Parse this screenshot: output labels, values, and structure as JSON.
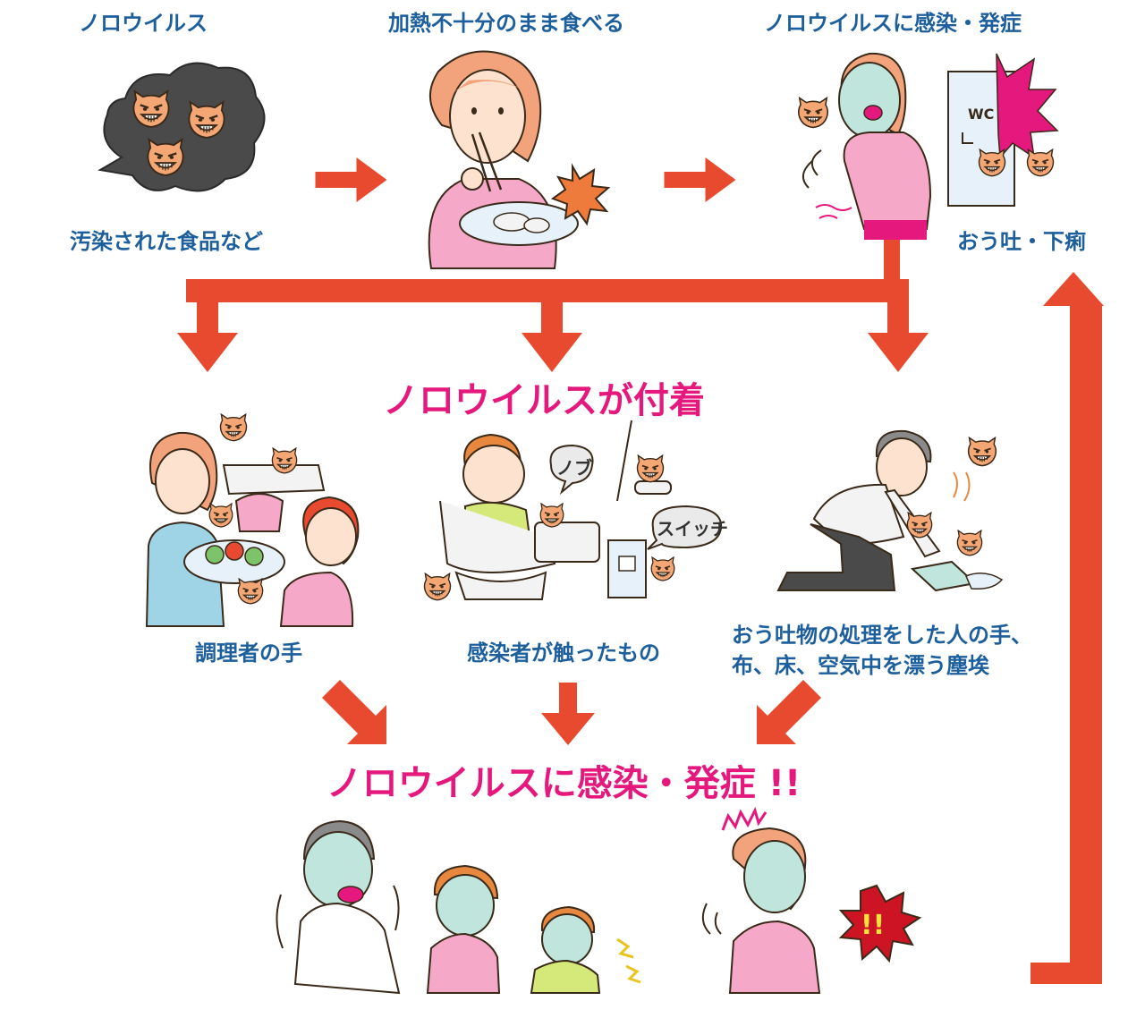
{
  "colors": {
    "arrow": "#e84a2f",
    "label_blue": "#1c5f9c",
    "headline_pink": "#e4187d",
    "virus_orange": "#f4a774",
    "skin": "#fde3cf",
    "hair": "#f2a37b",
    "pink_shirt": "#f5a8c8",
    "cloud_dark": "#4a4a4a"
  },
  "top_row": {
    "step1_title": "ノロウイルス",
    "step1_caption": "汚染された食品など",
    "step2_title": "加熱不十分のまま食べる",
    "step3_title": "ノロウイルスに感染・発症",
    "step3_caption": "おう吐・下痢",
    "wc_sign": "WC"
  },
  "middle": {
    "headline": "ノロウイルスが付着",
    "col1_caption": "調理者の手",
    "col2_caption": "感染者が触ったもの",
    "col3_caption_lines": [
      "おう吐物の処理をした人の手、",
      "布、床、空気中を漂う塵埃"
    ],
    "bubble_knob": "ノブ",
    "bubble_switch": "スイッチ"
  },
  "bottom": {
    "headline": "ノロウイルスに感染・発症 !!",
    "exclaim": "!!"
  },
  "icons": {
    "virus": "virus-face-icon",
    "arrow": "arrow-icon",
    "cloud": "speech-cloud-icon",
    "burst": "burst-icon"
  }
}
